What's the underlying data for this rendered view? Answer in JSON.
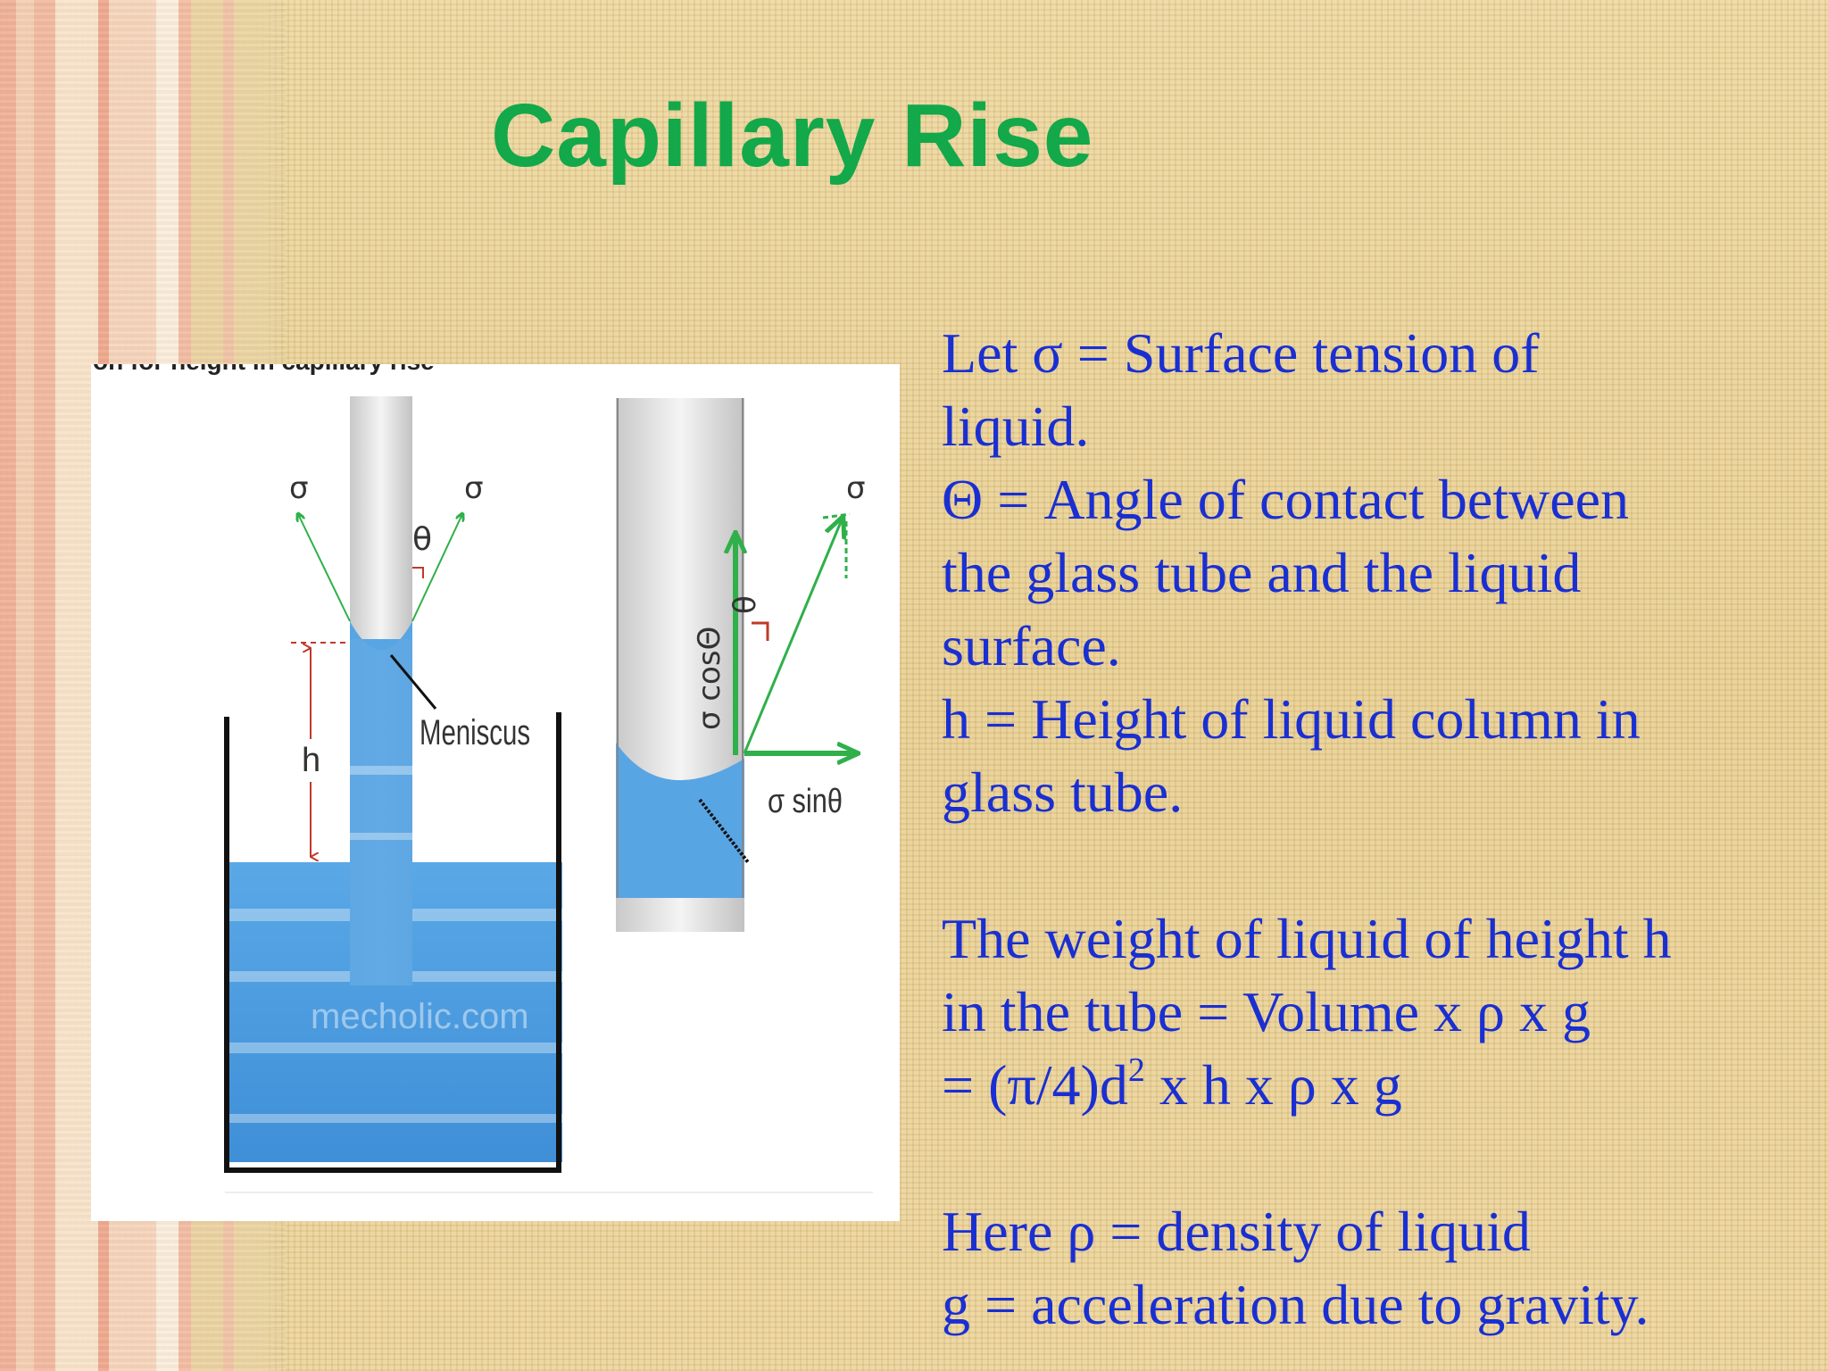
{
  "slide": {
    "title": "Capillary Rise"
  },
  "diagram": {
    "caption_partial": "on for height in capillary rise",
    "labels": {
      "sigma_left": "σ",
      "sigma_right": "σ",
      "theta_left": "θ",
      "height": "h",
      "meniscus": "Meniscus",
      "watermark": "mecholic.com",
      "sigma_cos": "σ cosΘ",
      "theta_right": "θ",
      "sigma_right_panel": "σ",
      "sigma_sin": "σ sinθ"
    }
  },
  "text": {
    "l1": "Let σ = Surface tension of",
    "l2": "liquid.",
    "l3": "Θ = Angle of contact between",
    "l4": "the glass tube and the liquid",
    "l5": "surface.",
    "l6": "h = Height of liquid column in",
    "l7": "glass tube.",
    "l8": "The weight of liquid of height h",
    "l9": "in the tube = Volume x ρ x g",
    "l10a": "= (π/4)d",
    "l10sup": "2",
    "l10b": " x h x ρ x g",
    "l11": "Here ρ = density of liquid",
    "l12": "g = acceleration due to gravity."
  },
  "colors": {
    "title": "#13a84a",
    "body_text": "#1a2fd2",
    "water": "#4f9fe0",
    "arrow_green": "#2fb04a"
  }
}
